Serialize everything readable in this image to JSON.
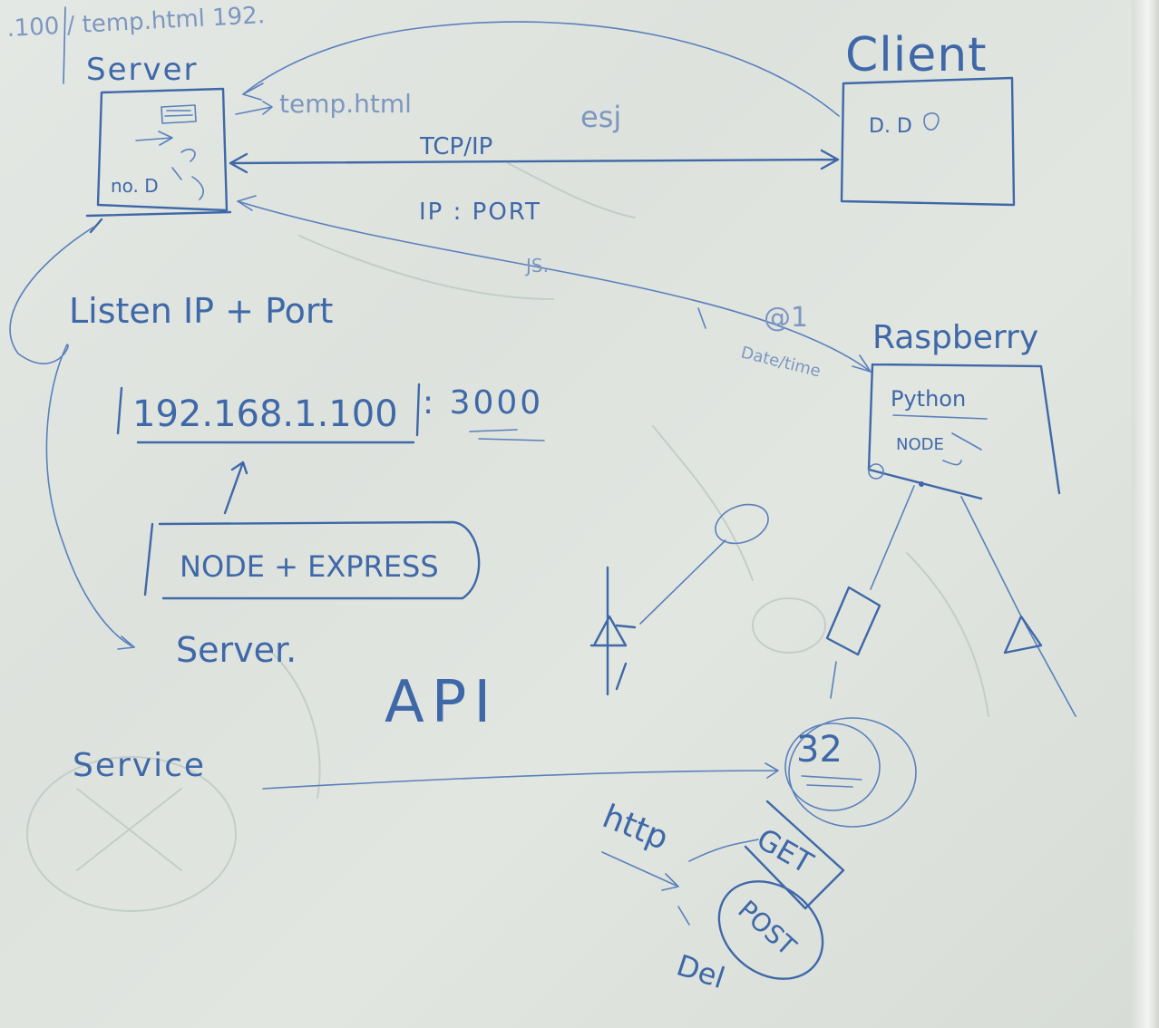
{
  "top_scribble": ".100 / temp.html   192.",
  "server": {
    "title": "Server",
    "box_label": "no. D"
  },
  "client": {
    "title": "Client",
    "box_label": "D. D"
  },
  "raspberry": {
    "title": "Raspberry",
    "line1": "Python",
    "line2": "NODE"
  },
  "connections": {
    "temp_html": "temp.html",
    "esj": "esj",
    "tcp_ip": "TCP/IP",
    "ip_port": "IP : PORT",
    "js": "JS.",
    "arrow_note": "@1",
    "date_time": "Date/time"
  },
  "listen": "Listen IP + Port",
  "address": {
    "ip": "192.168.1.100",
    "port": ": 3000"
  },
  "node_express": "NODE + EXPRESS",
  "server_label": "Server.",
  "api": "API",
  "service": "Service",
  "esp_label": "32",
  "http": "http",
  "get": "GET",
  "post": "POST",
  "del": "Del"
}
